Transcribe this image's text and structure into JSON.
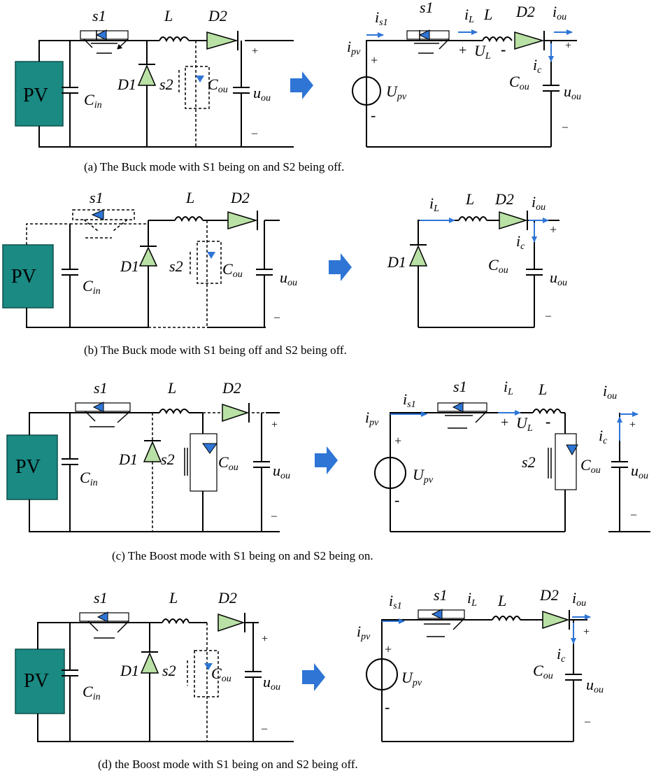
{
  "figure": {
    "captions": {
      "a": "(a) The Buck mode with S1 being on and S2 being off.",
      "b": "(b) The Buck mode with S1 being off and S2 being off.",
      "c": "(c) The Boost mode with S1 being on and S2 being on.",
      "d": "(d) the Boost mode with S1 being on and S2 being off."
    },
    "labels": {
      "pv": "PV",
      "s1_base": "s",
      "s1_sub": "1",
      "s2_base": "s",
      "s2_sub": "2",
      "d1_base": "D",
      "d1_sub": "1",
      "d2_base": "D",
      "d2_sub": "2",
      "L": "L",
      "cin_base": "C",
      "cin_sub": "in",
      "cou_base": "C",
      "cou_sub": "ou",
      "uou_base": "u",
      "uou_sub": "ou",
      "iou_base": "i",
      "iou_sub": "ou",
      "is1_base": "i",
      "is1_sub": "s1",
      "ipv_base": "i",
      "ipv_sub": "pv",
      "iL_base": "i",
      "iL_sub": "L",
      "ic_base": "i",
      "ic_sub": "c",
      "UL_base": "U",
      "UL_sub": "L",
      "Upv_base": "U",
      "Upv_sub": "pv",
      "plus": "+",
      "minus": "-",
      "dash": "–",
      "ul_plus": "+",
      "ul_minus": "-"
    },
    "colors": {
      "pv_box": "#1a8a83",
      "diode": "#b9e0a5",
      "current": "#2e75d6",
      "mode_arrow": "#2e75d6"
    }
  }
}
